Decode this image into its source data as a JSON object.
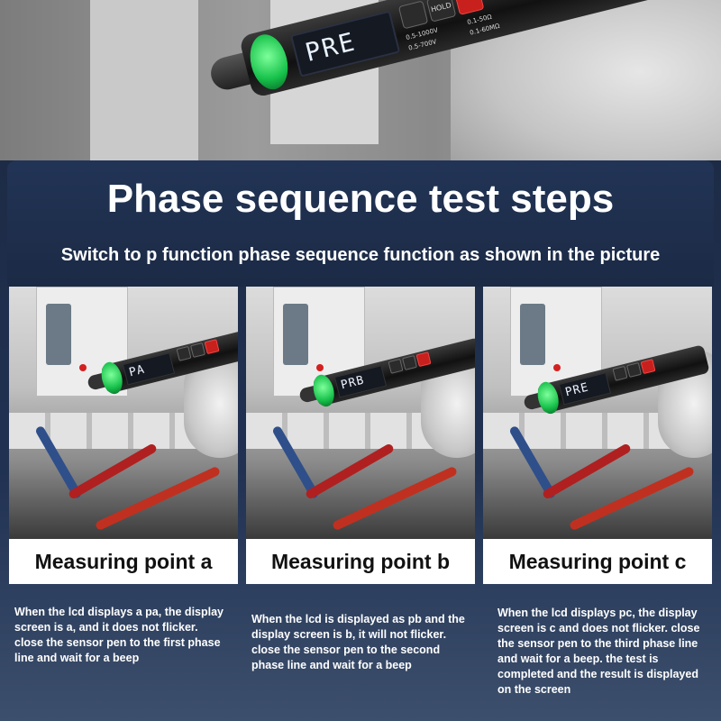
{
  "hero": {
    "pen_screen": "PRE",
    "buttons": [
      "",
      "HOLD",
      ""
    ],
    "range_labels": [
      "0.5-1000V",
      "0.5-700V",
      "0.1-50Ω",
      "0.1-60MΩ"
    ]
  },
  "title": "Phase sequence test steps",
  "subtitle": "Switch to p function phase sequence function as shown in the picture",
  "steps": [
    {
      "screen": "PA",
      "label": "Measuring point a",
      "description": "When the lcd displays a pa, the display screen is a, and it does not flicker. close the sensor pen to the first phase line and wait for a beep"
    },
    {
      "screen": "PRB",
      "label": "Measuring point b",
      "description": "When the lcd is displayed as pb and the display screen is b, it will not flicker. close the sensor pen to the second phase line and wait for a beep"
    },
    {
      "screen": "PRE",
      "label": "Measuring point c",
      "description": "When the lcd displays pc, the display screen is c and does not flicker. close the sensor pen to the third phase line and wait for a beep. the test is completed and the result is displayed on the screen"
    }
  ],
  "colors": {
    "background": "#1e2d45",
    "led_green": "#16c04a",
    "button_red": "#c8201c",
    "text": "#ffffff"
  }
}
